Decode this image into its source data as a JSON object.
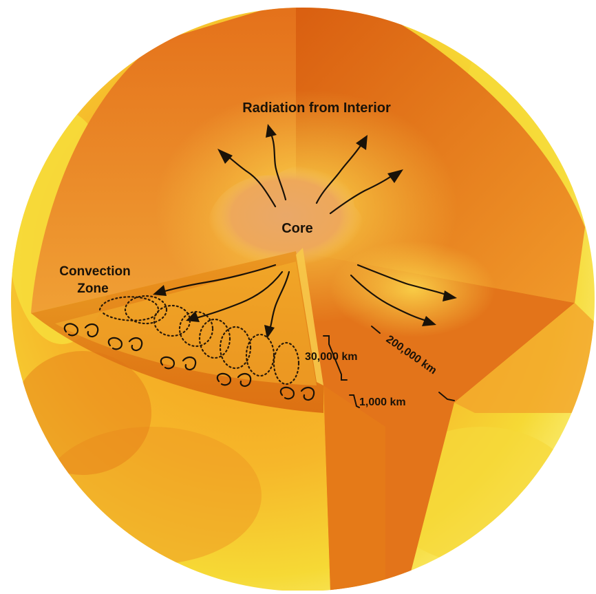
{
  "labels": {
    "radiation": "Radiation from Interior",
    "core": "Core",
    "convection_line1": "Convection",
    "convection_line2": "Zone",
    "depth_convection": "30,000 km",
    "depth_surface": "1,000 km",
    "radius": "200,000 km"
  },
  "colors": {
    "surface_light": "#f7e23a",
    "surface_mid": "#f2a21c",
    "interior": "#e06a12",
    "core": "#f0b060",
    "ink": "#1a1208"
  }
}
